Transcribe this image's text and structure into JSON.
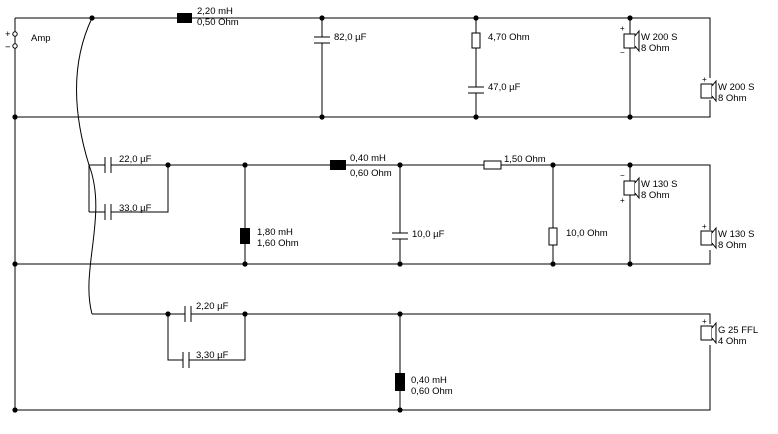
{
  "amp": {
    "label": "Amp",
    "plus": "+",
    "minus": "−"
  },
  "tweeter_branch": {
    "inductor": {
      "value": "2,20 mH",
      "resistance": "0,50 Ohm"
    },
    "shunt_capacitor": {
      "value": "82,0 µF"
    },
    "zobel_resistor": {
      "value": "4,70 Ohm"
    },
    "zobel_capacitor": {
      "value": "47,0 µF"
    },
    "driver_top": {
      "name": "W 200 S",
      "impedance": "8 Ohm"
    },
    "driver_bottom": {
      "name": "W 200 S",
      "impedance": "8 Ohm"
    }
  },
  "mid_branch": {
    "series_cap_a": {
      "value": "22,0 µF"
    },
    "series_cap_b": {
      "value": "33,0 µF"
    },
    "shunt_inductor": {
      "value": "1,80 mH",
      "resistance": "1,60 Ohm"
    },
    "series_inductor": {
      "value": "0,40 mH",
      "resistance": "0,60 Ohm"
    },
    "shunt_capacitor": {
      "value": "10,0 µF"
    },
    "series_resistor": {
      "value": "1,50 Ohm"
    },
    "shunt_resistor": {
      "value": "10,0 Ohm"
    },
    "driver_top": {
      "name": "W 130 S",
      "impedance": "8 Ohm"
    },
    "driver_bottom": {
      "name": "W 130 S",
      "impedance": "8 Ohm"
    }
  },
  "high_branch": {
    "series_cap_a": {
      "value": "2,20 µF"
    },
    "series_cap_b": {
      "value": "3,30 µF"
    },
    "shunt_inductor": {
      "value": "0,40 mH",
      "resistance": "0,60 Ohm"
    },
    "driver": {
      "name": "G 25 FFL",
      "impedance": "4 Ohm"
    }
  },
  "polarity": {
    "plus": "+",
    "minus": "−"
  }
}
